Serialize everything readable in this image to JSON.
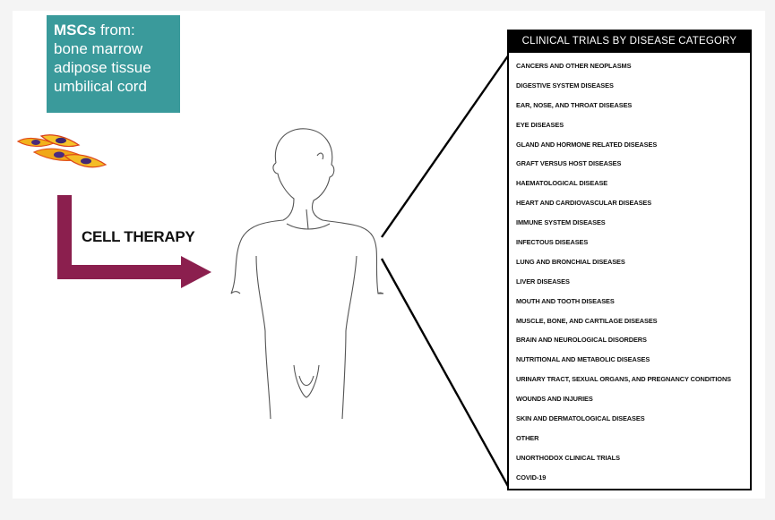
{
  "msc_box": {
    "title_bold": "MSCs",
    "title_rest": " from:",
    "sources": [
      "bone marrow",
      "adipose tissue",
      "umbilical cord"
    ],
    "bg_color": "#3a9a9b"
  },
  "therapy": {
    "label": "CELL THERAPY",
    "arrow_color": "#8b1f4e"
  },
  "trials": {
    "header": "CLINICAL TRIALS BY DISEASE CATEGORY",
    "categories": [
      "CANCERS AND OTHER NEOPLASMS",
      "DIGESTIVE SYSTEM DISEASES",
      "EAR, NOSE, AND THROAT DISEASES",
      "EYE DISEASES",
      "GLAND AND HORMONE RELATED DISEASES",
      "GRAFT VERSUS HOST DISEASES",
      "HAEMATOLOGICAL DISEASE",
      "HEART AND CARDIOVASCULAR DISEASES",
      "IMMUNE SYSTEM DISEASES",
      "INFECTOUS DISEASES",
      "LUNG AND BRONCHIAL DISEASES",
      "LIVER DISEASES",
      "MOUTH AND TOOTH DISEASES",
      "MUSCLE, BONE, AND CARTILAGE DISEASES",
      "BRAIN AND NEUROLOGICAL DISORDERS",
      "NUTRITIONAL AND METABOLIC DISEASES",
      "URINARY TRACT, SEXUAL ORGANS, AND PREGNANCY CONDITIONS",
      "WOUNDS AND INJURIES",
      "SKIN AND DERMATOLOGICAL DISEASES",
      "OTHER",
      "UNORTHODOX CLINICAL TRIALS",
      "COVID-19"
    ]
  }
}
